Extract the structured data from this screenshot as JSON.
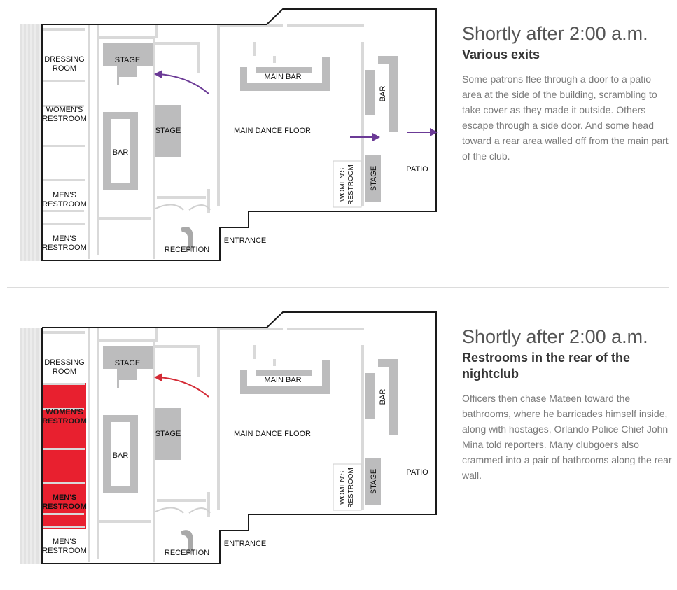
{
  "panels": [
    {
      "time": "Shortly after 2:00 a.m.",
      "heading": "Various exits",
      "body": "Some patrons flee through a door to a patio area at the side of the building, scrambling to take cover as they made it outside. Others escape through a side door. And some head toward a rear area walled off from the main part of the club.",
      "highlighted_rooms": [],
      "arrow_color": "#6b3a96"
    },
    {
      "time": "Shortly after 2:00 a.m.",
      "heading": "Restrooms in the rear of the nightclub",
      "body": "Officers then chase Mateen toward the bathrooms, where he barricades himself inside, along with hostages, Orlando Police Chief John Mina told reporters. Many clubgoers also crammed into a pair of bathrooms along the rear wall.",
      "highlighted_rooms": [
        "womens-restroom",
        "mens-restroom-upper"
      ],
      "arrow_color": "#d42a35"
    }
  ],
  "labels": {
    "dressing_room_1": "DRESSING",
    "dressing_room_2": "ROOM",
    "womens_restroom_1": "WOMEN'S",
    "womens_restroom_2": "RESTROOM",
    "mens_restroom_1": "MEN'S",
    "mens_restroom_2": "RESTROOM",
    "stage": "STAGE",
    "bar": "BAR",
    "main_bar": "MAIN BAR",
    "main_dance_floor": "MAIN DANCE FLOOR",
    "patio": "PATIO",
    "reception": "RECEPTION",
    "entrance": "ENTRANCE",
    "womens_vertical_1": "WOMEN'S",
    "womens_vertical_2": "RESTROOM"
  },
  "colors": {
    "highlight": "#e8202f",
    "structure": "#bcbcbd",
    "wall": "#1a1a1a"
  }
}
